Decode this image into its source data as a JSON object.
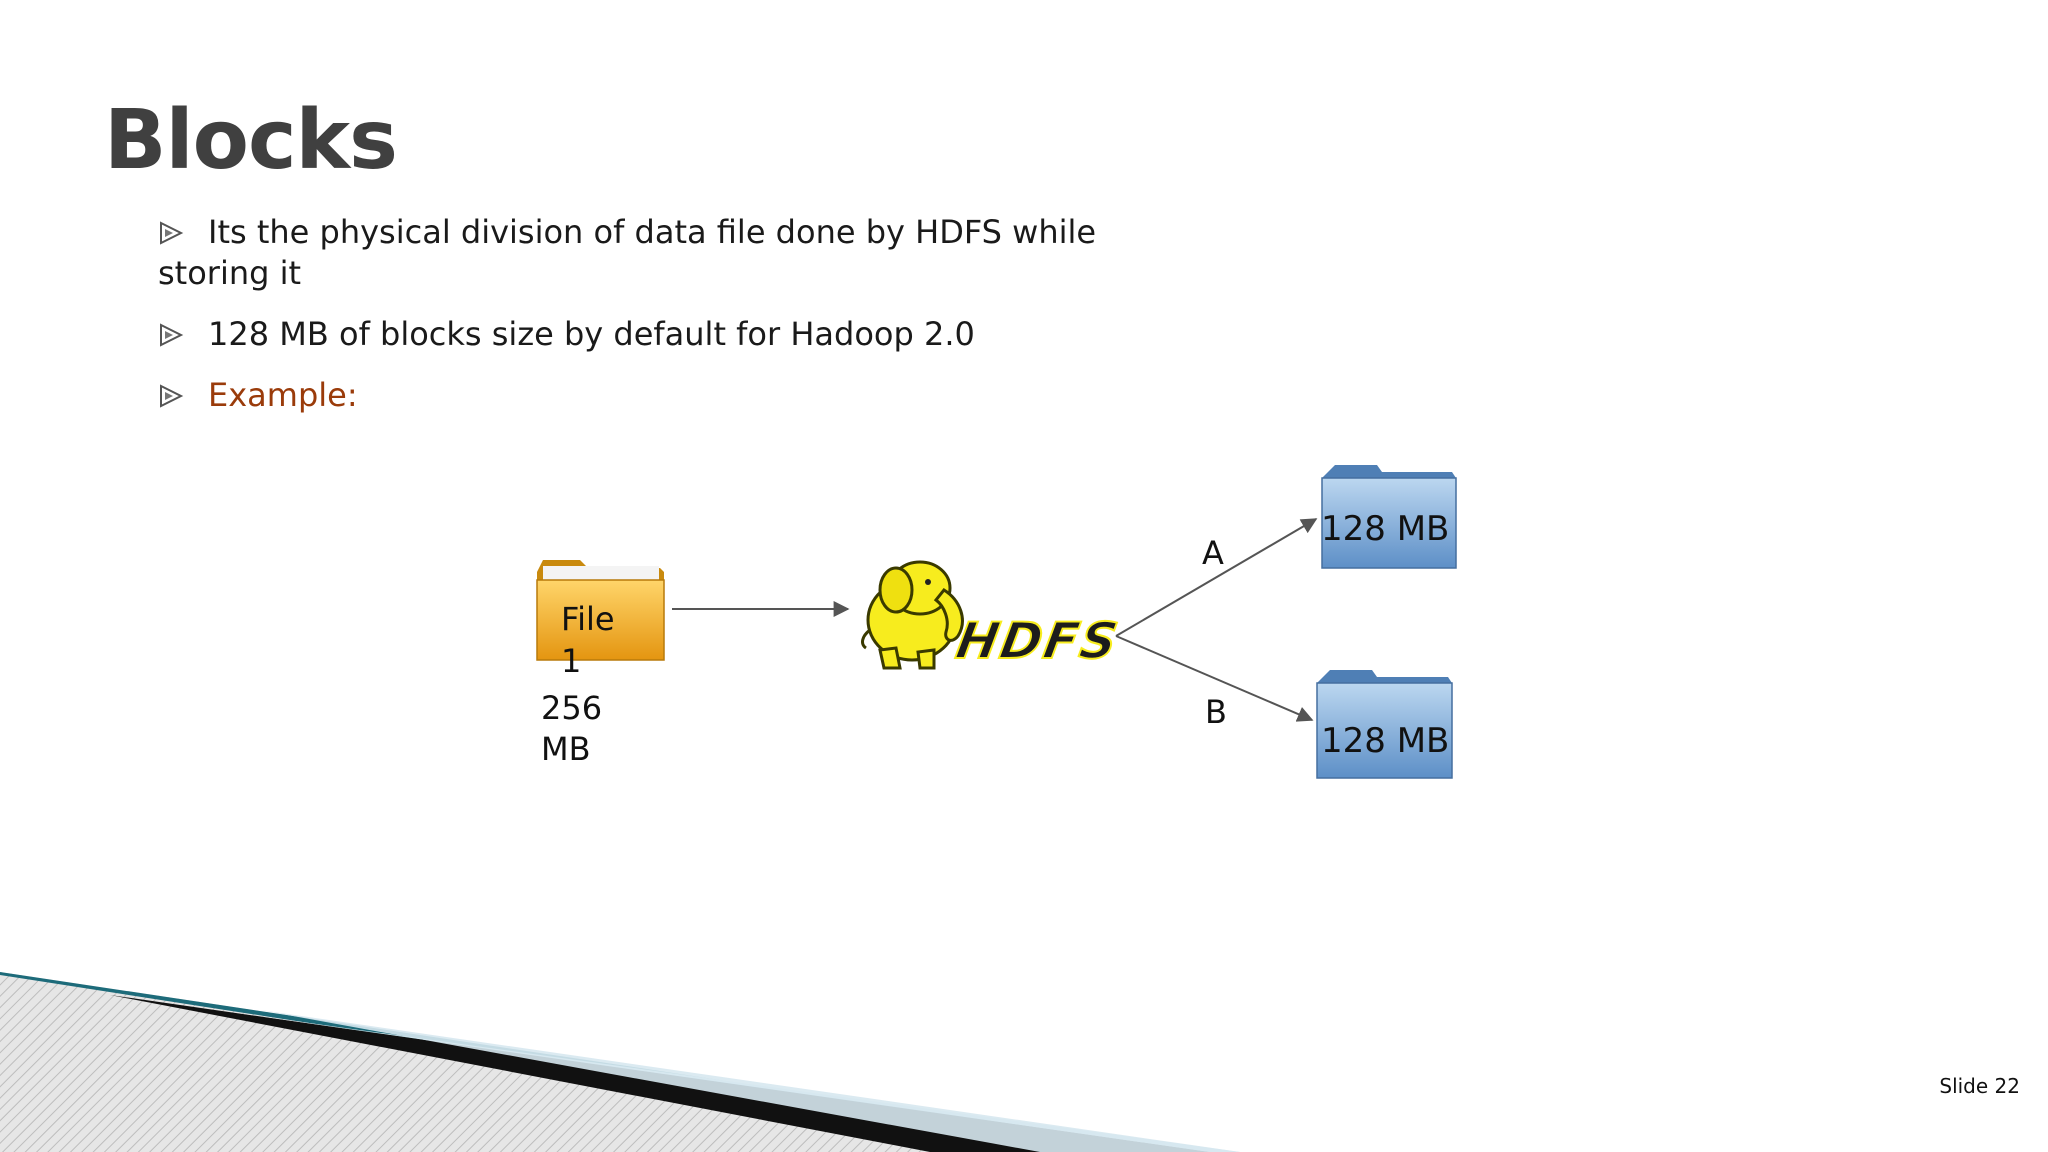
{
  "slide": {
    "title": "Blocks",
    "number_label": "Slide 22"
  },
  "bullets": [
    {
      "text": "Its the physical division of data file done by HDFS while storing it"
    },
    {
      "text": "128 MB of blocks size by default for Hadoop 2.0"
    },
    {
      "text": "Example:"
    }
  ],
  "diagram": {
    "source_file": {
      "name": "File 1",
      "size": "256 MB"
    },
    "processor": {
      "logo_text": "HDFS",
      "icon": "hadoop-elephant-icon"
    },
    "edges": [
      {
        "label": "A",
        "target_label": "128 MB"
      },
      {
        "label": "B",
        "target_label": "128 MB"
      }
    ]
  },
  "colors": {
    "title": "#404040",
    "example_text": "#9a3b0a",
    "source_folder": "#f2a520",
    "block_folder": "#7fa9d6",
    "hdfs_yellow": "#f7ec1e",
    "footer_teal": "#1d6b7a",
    "footer_light": "#d7e8ef"
  }
}
